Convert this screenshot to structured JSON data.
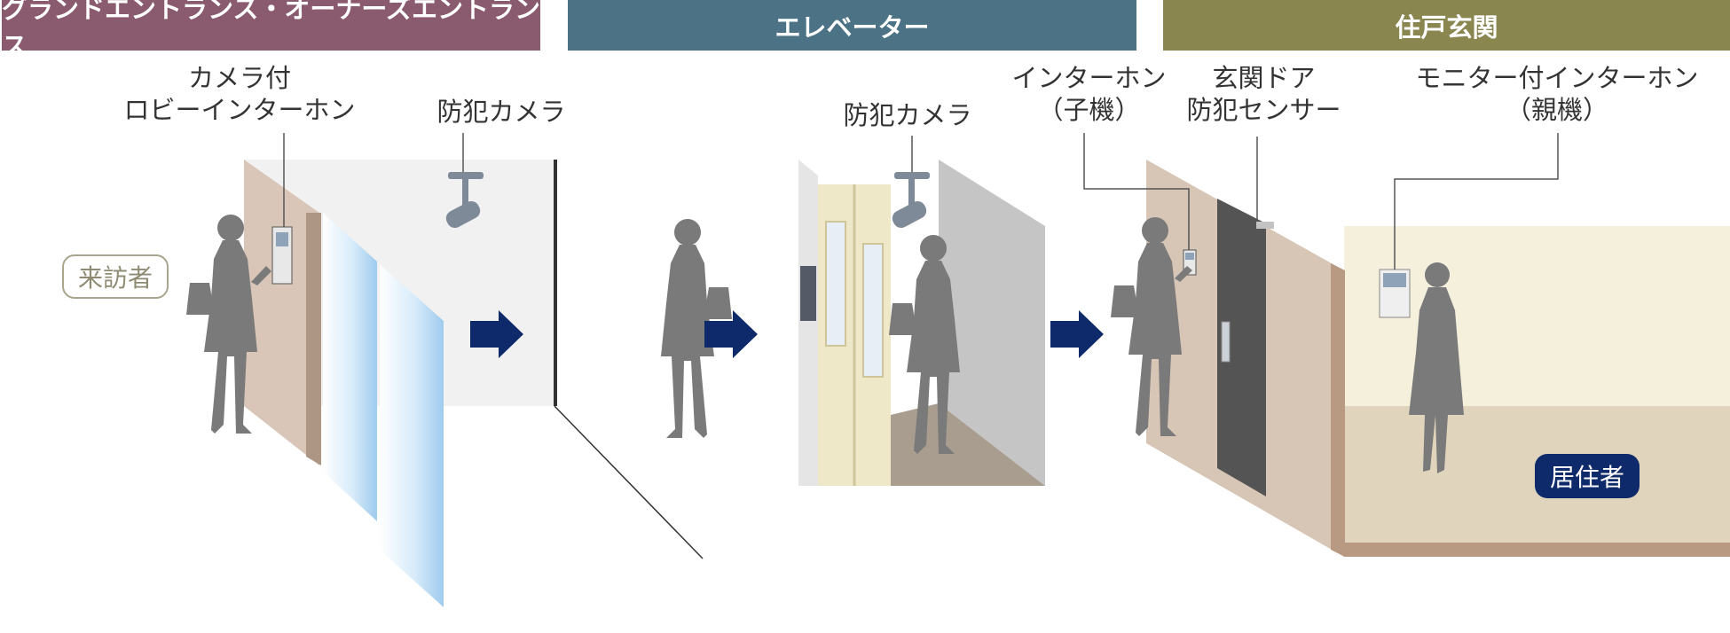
{
  "headers": {
    "entrance": "グランドエントランス・オーナーズエントランス",
    "elevator": "エレベーター",
    "residence": "住戸玄関"
  },
  "labels": {
    "lobby_intercom_line1": "カメラ付",
    "lobby_intercom_line2": "ロビーインターホン",
    "camera_entrance": "防犯カメラ",
    "camera_elevator": "防犯カメラ",
    "intercom_child_line1": "インターホン",
    "intercom_child_line2": "（子機）",
    "door_sensor_line1": "玄関ドア",
    "door_sensor_line2": "防犯センサー",
    "monitor_intercom_line1": "モニター付インターホン",
    "monitor_intercom_line2": "（親機）"
  },
  "badges": {
    "visitor": "来訪者",
    "resident": "居住者"
  },
  "colors": {
    "entrance_header": "#8a5a6e",
    "elevator_header": "#4b7285",
    "residence_header": "#8a8650",
    "arrow": "#0f2a6b",
    "silhouette": "#7a7a7a",
    "resident_badge": "#0f2a6b",
    "visitor_badge_border": "#a9a58c"
  }
}
